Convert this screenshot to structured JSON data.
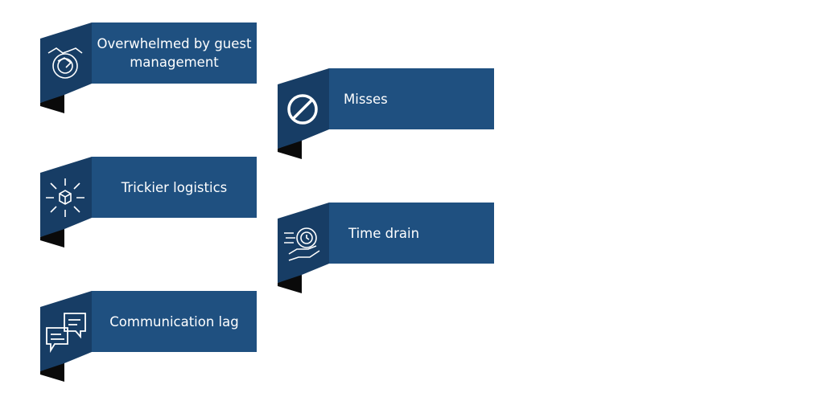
{
  "colors": {
    "main": "#1f5080",
    "panel": "#173d65",
    "fold": "#0a0a0a"
  },
  "cards": [
    {
      "label": "Overwhelmed by guest management",
      "icon": "handshake-gear-icon"
    },
    {
      "label": "Misses",
      "icon": "prohibited-icon"
    },
    {
      "label": "Trickier logistics",
      "icon": "box-arrows-icon"
    },
    {
      "label": "Time drain",
      "icon": "clock-hand-icon"
    },
    {
      "label": "Communication lag",
      "icon": "chat-bubbles-icon"
    }
  ]
}
